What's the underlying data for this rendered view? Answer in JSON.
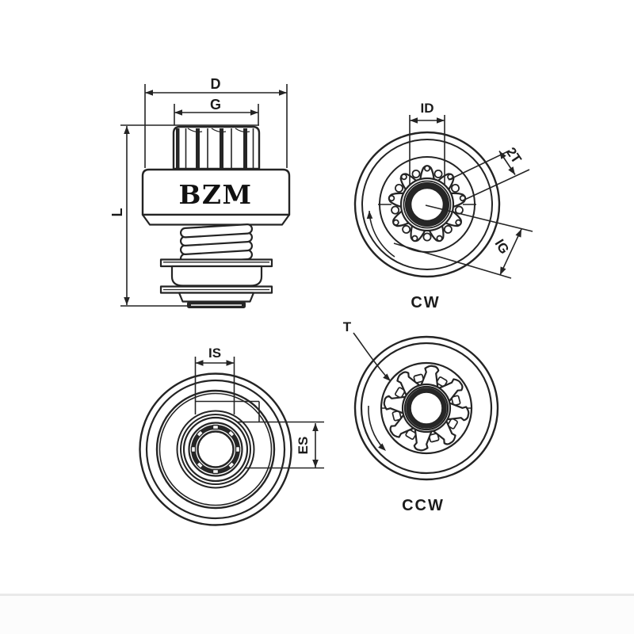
{
  "diagram": {
    "side_view": {
      "dim_outer_diameter": "D",
      "dim_gear_width": "G",
      "dim_total_length": "L",
      "brand_marking": "BZM"
    },
    "cw_view": {
      "dim_inner_diameter": "ID",
      "dim_two_teeth": "2T",
      "dim_gear_diameter": "IG",
      "rotation_label": "CW"
    },
    "rear_view": {
      "dim_inner_spline": "IS",
      "dim_outer_spline": "ES"
    },
    "ccw_view": {
      "dim_teeth": "T",
      "rotation_label": "CCW"
    },
    "colors": {
      "line": "#242424",
      "background": "#ffffff",
      "divider": "#e9e9e9"
    }
  }
}
